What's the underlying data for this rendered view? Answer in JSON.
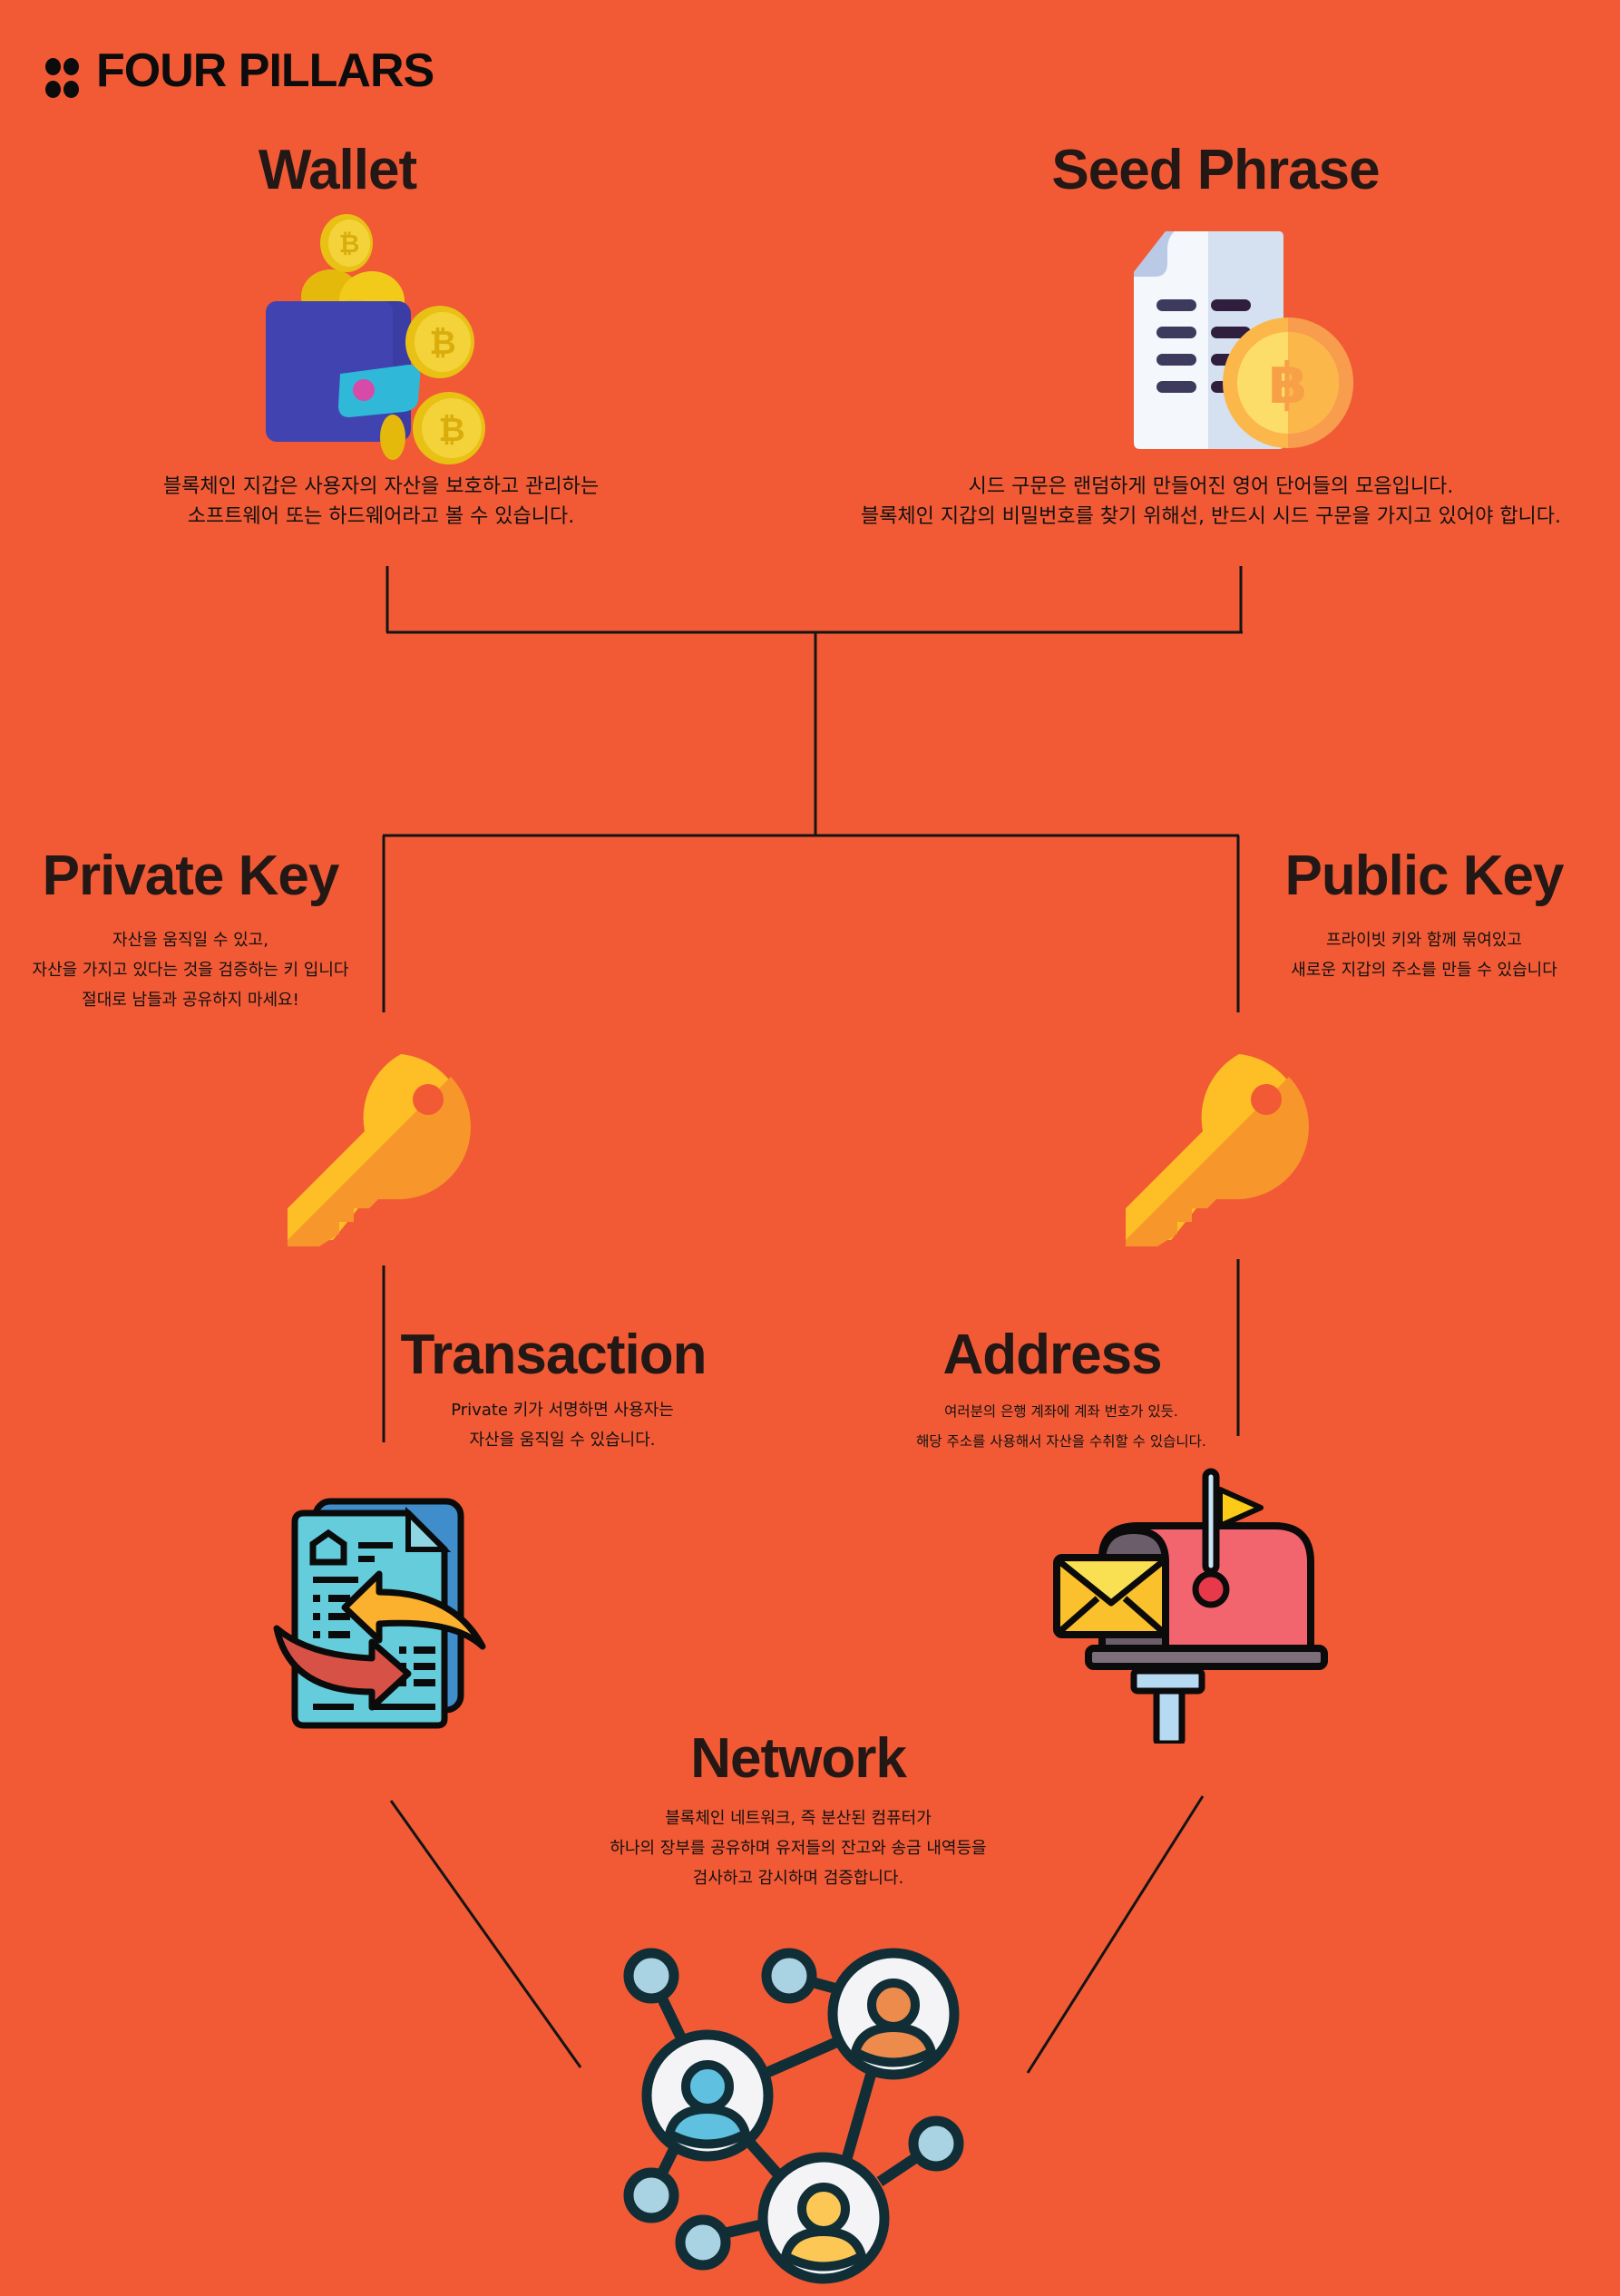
{
  "header": {
    "brand": "FOUR PILLARS",
    "brand_icon": "four-dots-logo"
  },
  "pillars": {
    "wallet": {
      "title": "Wallet",
      "icon": "wallet-with-bitcoins-icon",
      "lines": [
        "블록체인 지갑은 사용자의 자산을 보호하고 관리하는",
        "소프트웨어 또는 하드웨어라고 볼 수 있습니다."
      ]
    },
    "seed_phrase": {
      "title": "Seed Phrase",
      "icon": "document-with-bitcoin-icon",
      "lines": [
        "시드 구문은 랜덤하게 만들어진 영어 단어들의 모음입니다.",
        "블록체인 지갑의 비밀번호를 찾기 위해선, 반드시 시드 구문을 가지고 있어야 합니다."
      ]
    },
    "private_key": {
      "title": "Private Key",
      "icon": "key-icon",
      "lines": [
        "자산을 움직일 수 있고,",
        "자산을 가지고 있다는 것을 검증하는 키 입니다",
        "절대로 남들과 공유하지 마세요!"
      ]
    },
    "public_key": {
      "title": "Public Key",
      "icon": "key-icon",
      "lines": [
        "프라이빗 키와 함께 묶여있고",
        "새로운 지갑의 주소를 만들 수 있습니다"
      ]
    },
    "transaction": {
      "title": "Transaction",
      "icon": "document-exchange-icon",
      "lines": [
        "Private 키가 서명하면 사용자는",
        "자산을 움직일 수 있습니다."
      ]
    },
    "address": {
      "title": "Address",
      "icon": "mailbox-icon",
      "lines": [
        "여러분의 은행 계좌에 계좌 번호가 있듯.",
        "해당 주소를 사용해서 자산을 수취할 수 있습니다."
      ]
    },
    "network": {
      "title": "Network",
      "icon": "network-users-icon",
      "lines": [
        "블록체인 네트워크, 즉 분산된 컴퓨터가",
        "하나의 장부를 공유하며 유저들의 잔고와 송금 내역등을",
        "검사하고 감시하며 검증합니다."
      ]
    }
  },
  "colors": {
    "background": "#F15A35",
    "title": "#231815",
    "connector": "#141414",
    "key_light": "#FDBE26",
    "key_dark": "#F7962B"
  }
}
